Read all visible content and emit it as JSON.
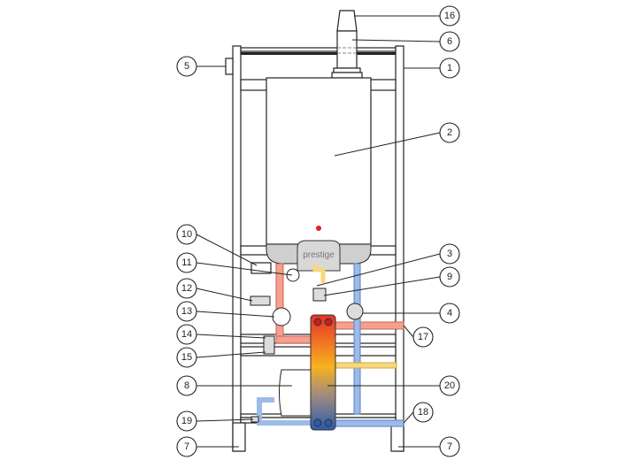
{
  "brand_label": "prestige",
  "colors": {
    "hot": "#f08a78",
    "cold": "#8fb0e0",
    "yellow": "#f7d77f",
    "boiler_bottom": "#cfcfcf"
  },
  "callouts": {
    "c1": "1",
    "c2": "2",
    "c3": "3",
    "c4": "4",
    "c5": "5",
    "c6": "6",
    "c7a": "7",
    "c7b": "7",
    "c8": "8",
    "c9": "9",
    "c10": "10",
    "c11": "11",
    "c12": "12",
    "c13": "13",
    "c14": "14",
    "c15": "15",
    "c16": "16",
    "c17": "17",
    "c18": "18",
    "c19": "19",
    "c20": "20"
  }
}
